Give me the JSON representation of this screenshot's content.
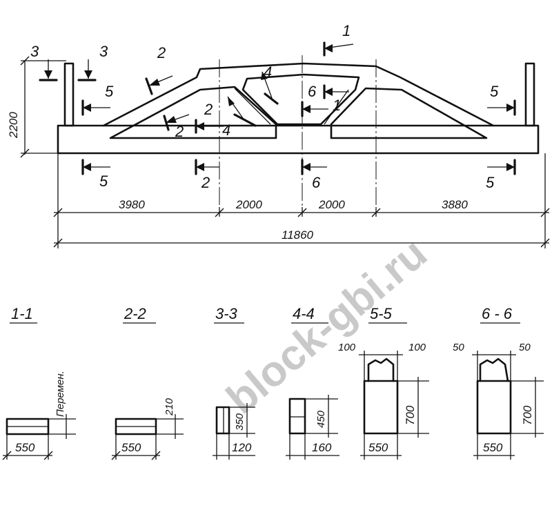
{
  "elevation": {
    "height_label": "2200",
    "dims": [
      "3980",
      "2000",
      "2000",
      "3880"
    ],
    "total": "11860",
    "section_marks": {
      "one_top": "1",
      "three_left": "3",
      "three_right": "3",
      "two_top": "2",
      "five_left_top": "5",
      "five_right_top": "5",
      "four_top": "4",
      "six_top": "6",
      "one_mid": "1",
      "two_mid": "2",
      "two_mid_b": "2",
      "four_mid": "4",
      "five_left_bottom": "5",
      "two_bottom": "2",
      "six_bottom": "6",
      "five_right_bottom": "5"
    }
  },
  "sections": [
    {
      "title": "1-1",
      "width": "550",
      "height": "Перемен."
    },
    {
      "title": "2-2",
      "width": "550",
      "height": "210"
    },
    {
      "title": "3-3",
      "width": "120",
      "height": "350"
    },
    {
      "title": "4-4",
      "width": "160",
      "height": "450"
    },
    {
      "title": "5-5",
      "width": "550",
      "height": "700",
      "top_left": "100",
      "top_right": "100"
    },
    {
      "title": "6 - 6",
      "width": "550",
      "height": "700",
      "top_left": "50",
      "top_right": "50"
    }
  ],
  "watermark": "block-gbi.ru"
}
